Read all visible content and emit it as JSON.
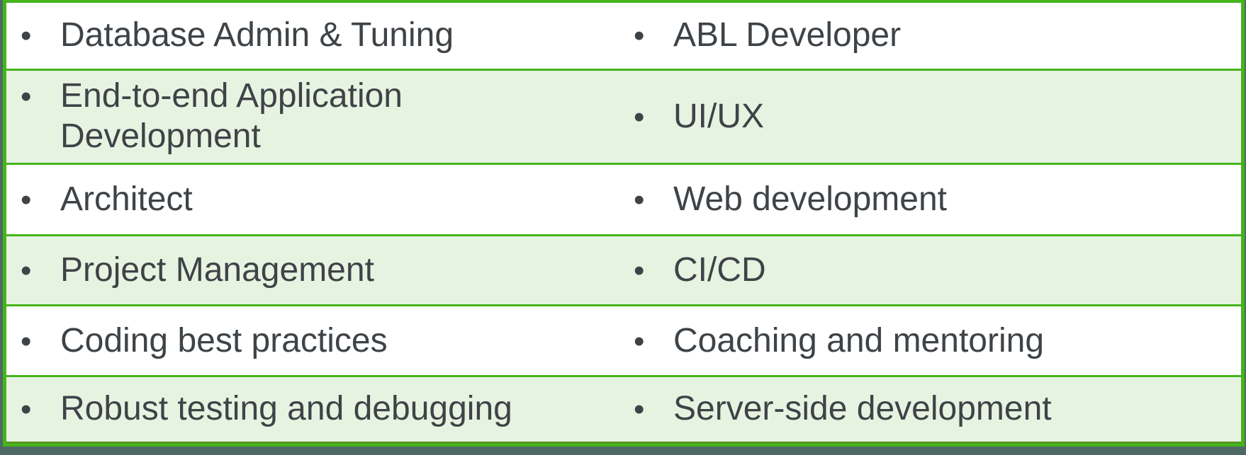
{
  "colors": {
    "border_green": "#43b51a",
    "border_green_dark": "#55961e",
    "row_shaded_bg": "#e7f3e1",
    "row_plain_bg": "#ffffff",
    "frame_dark": "#4e6965",
    "text": "#3e4347"
  },
  "bullet_glyph": "•",
  "table": {
    "type": "table",
    "columns": [
      "left",
      "right"
    ],
    "rows": [
      {
        "left": "Database Admin & Tuning",
        "right": "ABL Developer",
        "shaded": false
      },
      {
        "left": "End-to-end Application Development",
        "right": "UI/UX",
        "shaded": true
      },
      {
        "left": "Architect",
        "right": "Web development",
        "shaded": false
      },
      {
        "left": "Project Management",
        "right": "CI/CD",
        "shaded": true
      },
      {
        "left": "Coding best practices",
        "right": "Coaching and mentoring",
        "shaded": false
      },
      {
        "left": "Robust testing and debugging",
        "right": "Server-side development",
        "shaded": true
      }
    ]
  }
}
